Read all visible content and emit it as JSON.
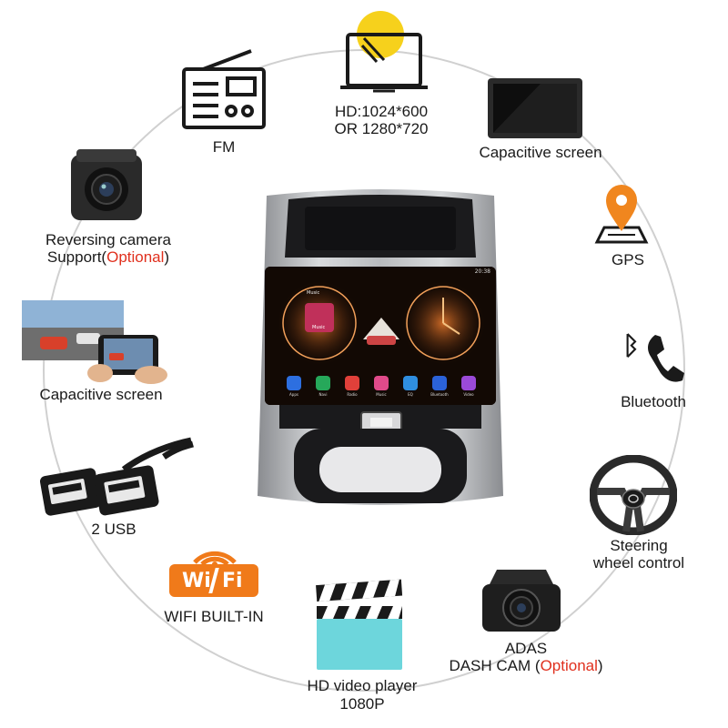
{
  "features": {
    "fm": {
      "label": "FM"
    },
    "hd": {
      "line1": "HD:1024*600",
      "line2": "OR 1280*720"
    },
    "cap_top": {
      "label": "Capacitive screen"
    },
    "reversing": {
      "line1": "Reversing camera",
      "line2_prefix": "Support(",
      "line2_optional": "Optional",
      "line2_suffix": ")"
    },
    "gps": {
      "label": "GPS"
    },
    "cap_left": {
      "label": "Capacitive screen"
    },
    "bluetooth": {
      "label": "Bluetooth"
    },
    "usb": {
      "label": "2 USB"
    },
    "steering": {
      "line1": "Steering",
      "line2": "wheel control"
    },
    "wifi": {
      "label": "WIFI BUILT-IN",
      "badge_left": "Wi",
      "badge_right": "Fi"
    },
    "video": {
      "line1": "HD video player",
      "line2": "1080P"
    },
    "adas": {
      "line1": "ADAS",
      "line2_prefix": "DASH CAM (",
      "line2_optional": "Optional",
      "line2_suffix": ")"
    }
  },
  "screen": {
    "time": "20:38",
    "music_title": "Music",
    "center_label": "Music",
    "apps": [
      "Apps",
      "Navi",
      "Radio",
      "Music",
      "EQ",
      "Bluetooth",
      "Video"
    ]
  },
  "colors": {
    "accent_red": "#e0301e",
    "wifi_orange": "#f07a1a",
    "gps_orange": "#f0861e",
    "hd_yellow": "#f6d11c",
    "video_teal": "#6dd6dc"
  }
}
